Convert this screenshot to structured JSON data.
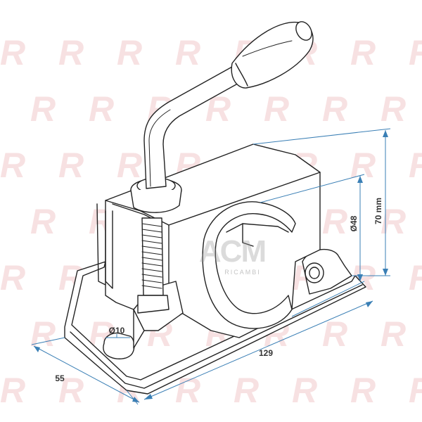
{
  "watermark": {
    "brand": "ACM",
    "sub": "RICAMBI",
    "tile_letter": "R"
  },
  "dimensions": {
    "height": "70 mm",
    "diameter_clamp": "Ø48",
    "length": "129",
    "width": "55",
    "bolt_hole": "Ø10"
  },
  "colors": {
    "dimension_line": "#3a7fb5",
    "tile_mark": "#f2c9cc",
    "outline": "#222222"
  }
}
